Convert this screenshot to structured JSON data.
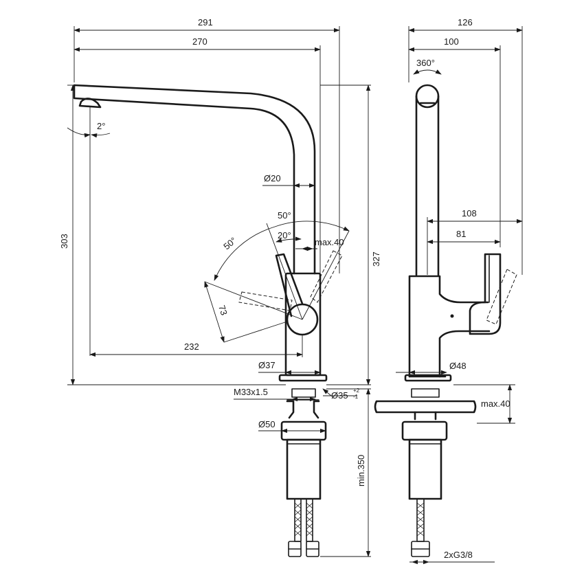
{
  "front_view": {
    "labels": {
      "overall_width": "291",
      "outlet_reach": "270",
      "outlet_height": "303",
      "overall_height": "327",
      "spout_angle": "2°",
      "spout_diameter": "Ø20",
      "lever_angle_upper": "50°",
      "lever_angle_left": "50°",
      "lever_angle_inner": "20°",
      "lever_clearance": "max.40",
      "lever_length": "73",
      "lever_reach": "232",
      "body_diameter": "Ø37",
      "thread": "M33x1.5",
      "hole_diameter": "Ø35",
      "hole_tol_plus": "+2",
      "hole_tol_minus": "-1",
      "flange_diameter": "Ø50",
      "min_length": "min.350"
    }
  },
  "side_view": {
    "labels": {
      "overall_depth": "126",
      "spout_depth": "100",
      "rotation": "360°",
      "lever_reach_max": "108",
      "lever_reach": "81",
      "base_diameter": "Ø48",
      "deck_thickness": "max.40",
      "connection": "2xG3/8"
    }
  }
}
